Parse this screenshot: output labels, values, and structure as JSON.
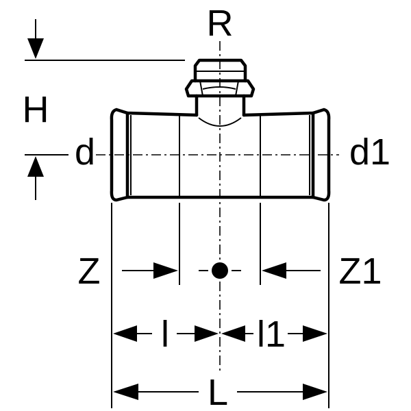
{
  "labels": {
    "R": "R",
    "H": "H",
    "d": "d",
    "d1": "d1",
    "Z": "Z",
    "Z1": "Z1",
    "l": "l",
    "l1": "l1",
    "L": "L"
  }
}
